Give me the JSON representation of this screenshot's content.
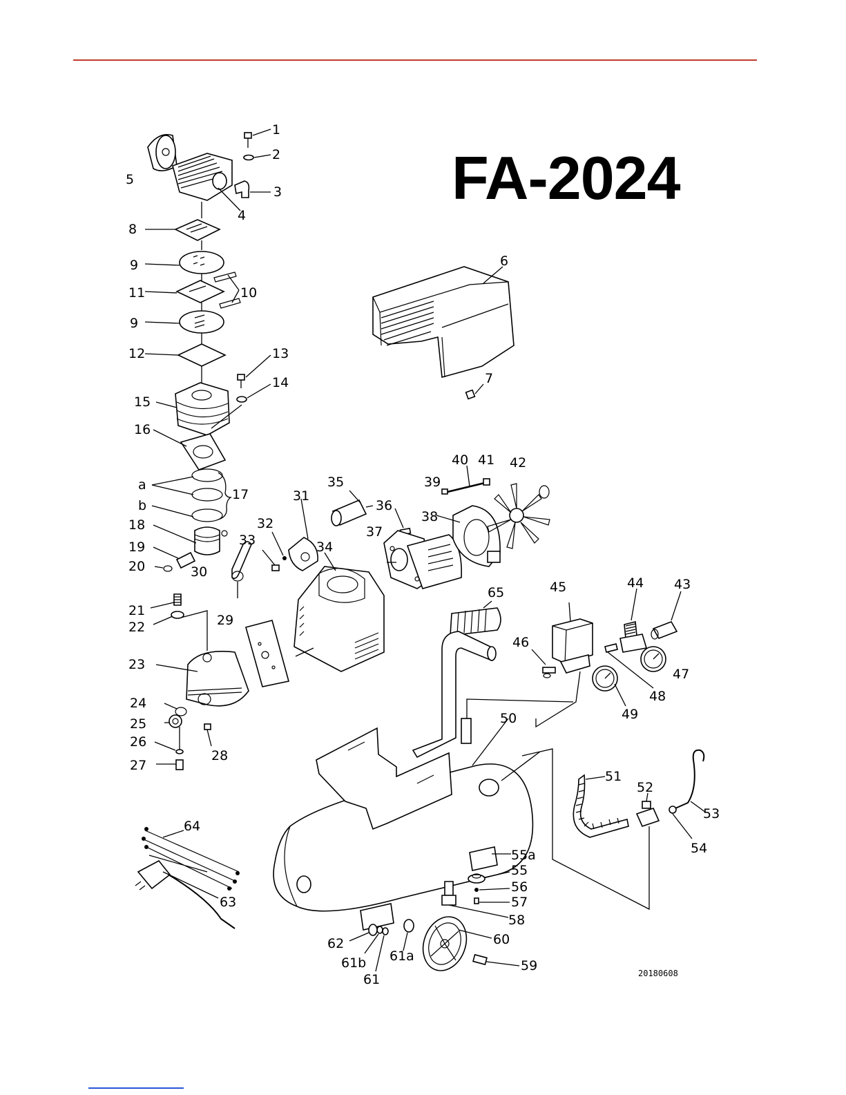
{
  "model": "FA-2024",
  "drawing_code": "20180608",
  "colors": {
    "rule": "#c0392b",
    "ink": "#000000",
    "link": "#2a53d8"
  },
  "labels": {
    "p1": "1",
    "p2": "2",
    "p3": "3",
    "p4": "4",
    "p5": "5",
    "p6": "6",
    "p7": "7",
    "p8": "8",
    "p9a": "9",
    "p9b": "9",
    "p10": "10",
    "p11": "11",
    "p12": "12",
    "p13": "13",
    "p14": "14",
    "p15": "15",
    "p16": "16",
    "p17": "17",
    "pa": "a",
    "pb": "b",
    "p18": "18",
    "p19": "19",
    "p20": "20",
    "p21": "21",
    "p22": "22",
    "p23": "23",
    "p24": "24",
    "p25": "25",
    "p26": "26",
    "p27": "27",
    "p28": "28",
    "p29": "29",
    "p30": "30",
    "p31": "31",
    "p32": "32",
    "p33": "33",
    "p34": "34",
    "p35": "35",
    "p36": "36",
    "p37": "37",
    "p38": "38",
    "p39": "39",
    "p40": "40",
    "p41": "41",
    "p42": "42",
    "p43": "43",
    "p44": "44",
    "p45": "45",
    "p46": "46",
    "p47": "47",
    "p48": "48",
    "p49": "49",
    "p50": "50",
    "p51": "51",
    "p52": "52",
    "p53": "53",
    "p54": "54",
    "p55a": "55a",
    "p55": "55",
    "p56": "56",
    "p57": "57",
    "p58": "58",
    "p59": "59",
    "p60": "60",
    "p61a": "61a",
    "p61b": "61b",
    "p61": "61",
    "p62": "62",
    "p63": "63",
    "p64": "64",
    "p65": "65"
  }
}
